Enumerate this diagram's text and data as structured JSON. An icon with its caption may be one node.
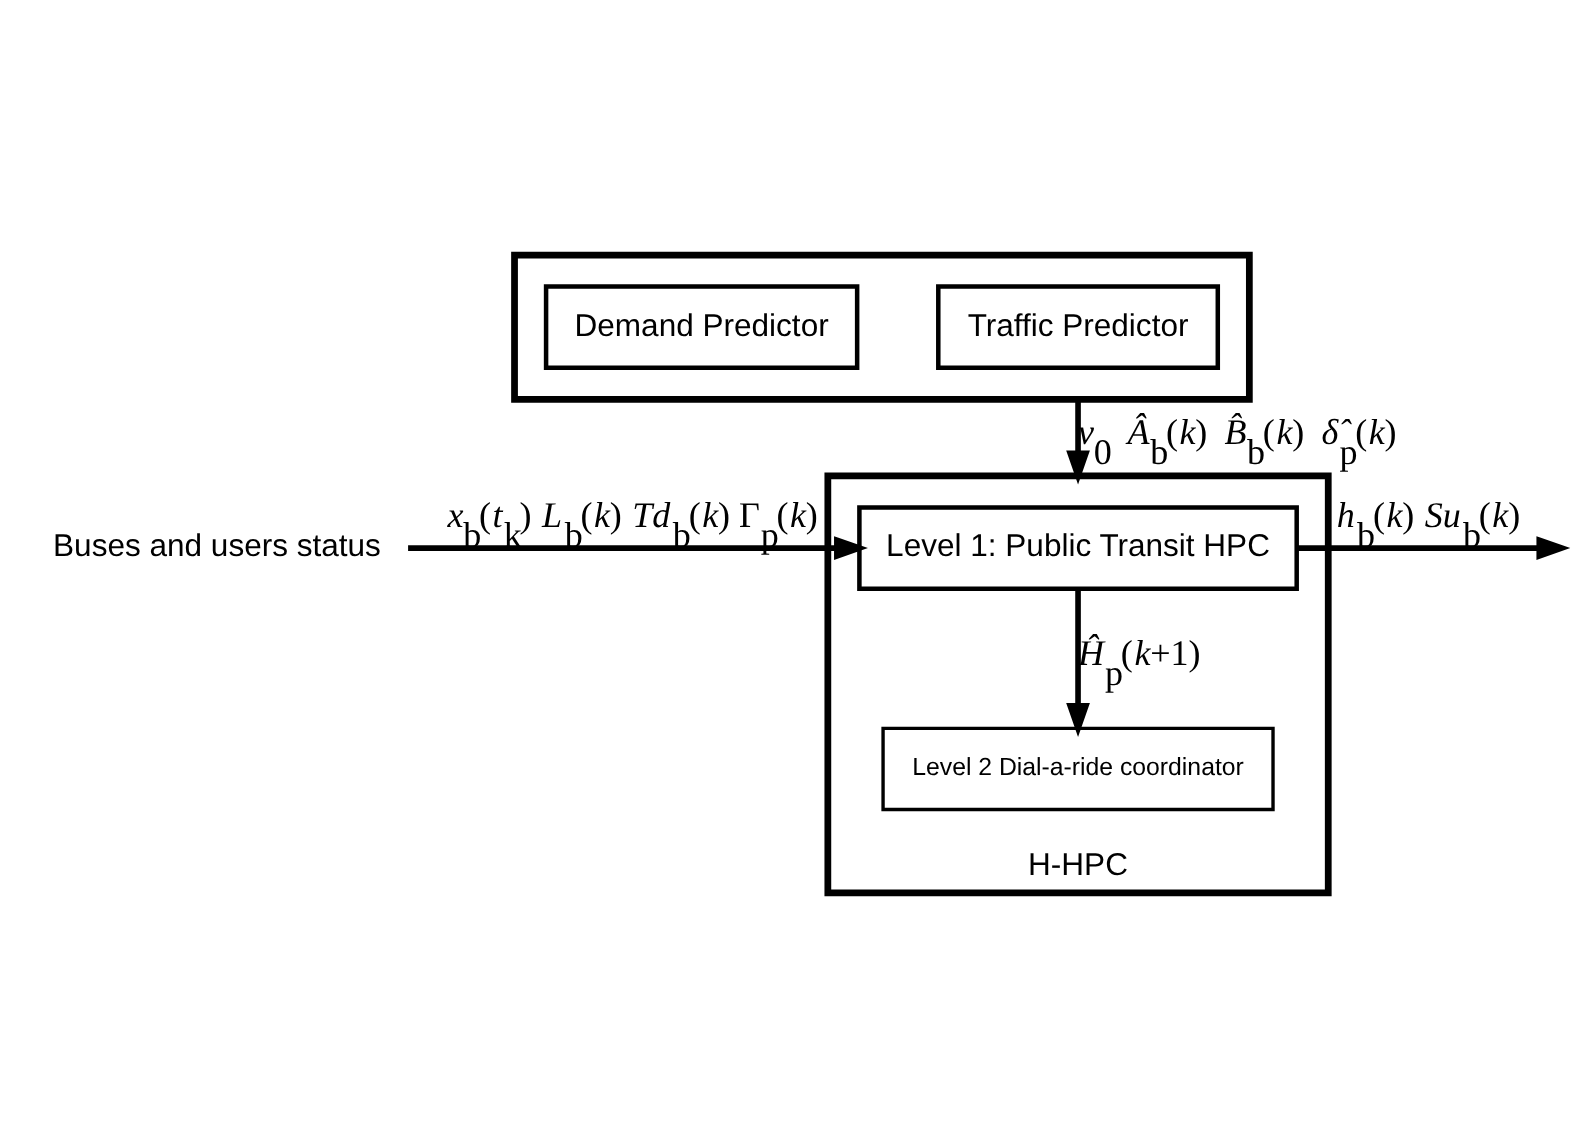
{
  "diagram": {
    "nodes": [
      {
        "text": [],
        "shape": "box"
      },
      {
        "text": [
          "Traffic Predictor"
        ],
        "in": 0
      },
      {
        "text": [
          "Demand Predictor"
        ],
        "in": 0
      },
      {
        "text": [
          "H-HPC"
        ]
      },
      {
        "text": [
          "Level 1: Public Transit HPC"
        ],
        "in": 3
      },
      {
        "text": [
          "Level 2 Dial-a-ride coordinator"
        ],
        "in": 3
      },
      {
        "text": [
          "Buses and users status"
        ]
      }
    ],
    "edges": [
      {
        "from": 0,
        "to": 3,
        "arrow": "to",
        "label": "*v*$_{0}$  *Â*$_{b}$(*k*)  *B̂*$_{b}$(*k*)  *δ̂*$_{p}$(*k*)"
      },
      {
        "from": 6,
        "to": 4,
        "arrow": "to",
        "label": "*x*$_{b}$(*t*$_{k}$) *L*$_{b}$(*k*) *Td*$_{b}$(*k*) Γ$_{p}$(*k*)"
      },
      {
        "from": 4,
        "to": null,
        "arrow": "to",
        "label": "*h*$_{b}$(*k*) *Su*$_{b}$(*k*)"
      },
      {
        "from": 4,
        "to": 5,
        "arrow": "to",
        "label": "*Ĥ*$_{p}$(*k*+1)"
      }
    ]
  }
}
